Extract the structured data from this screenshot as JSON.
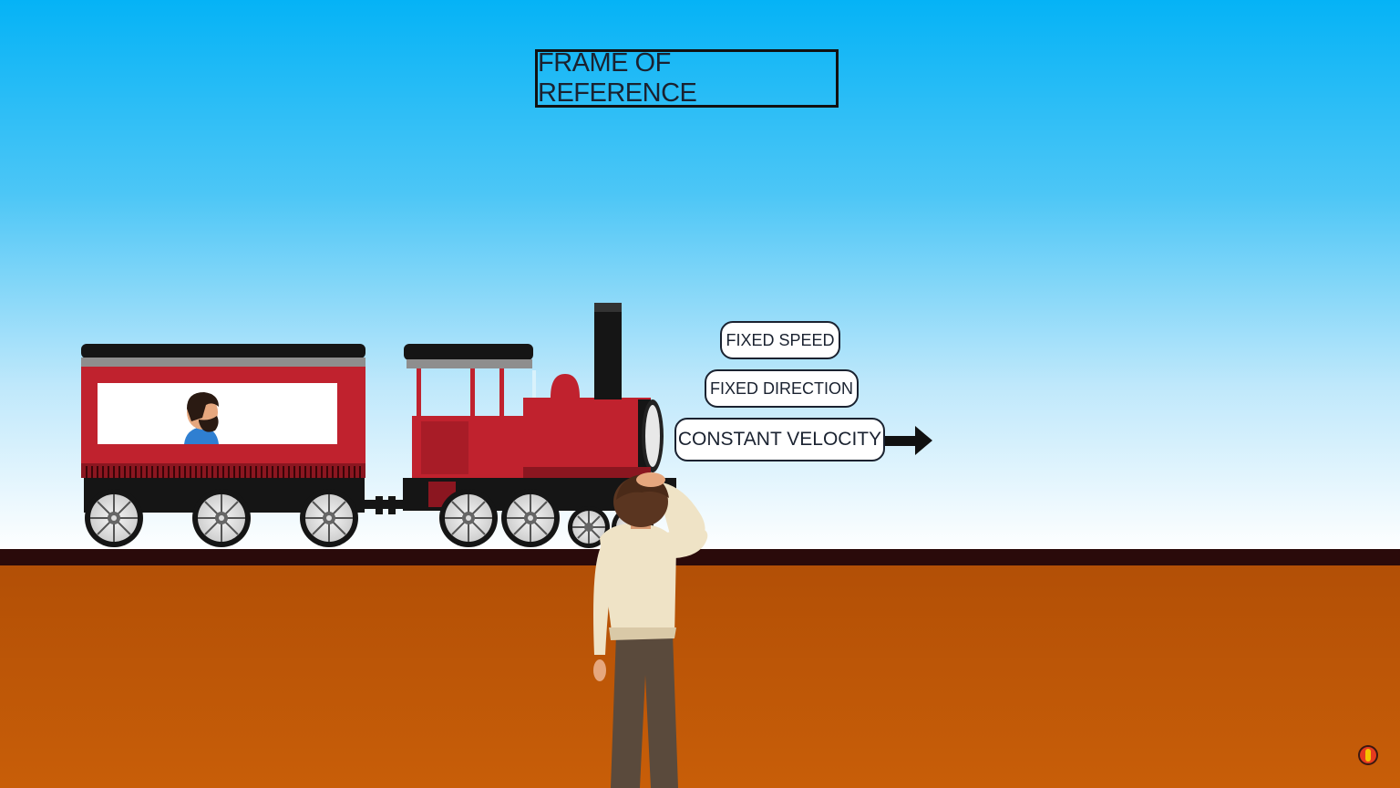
{
  "title": "FRAME OF REFERENCE",
  "labels": {
    "fixed_speed": "FIXED SPEED",
    "fixed_direction": "FIXED DIRECTION",
    "constant_velocity": "CONSTANT VELOCITY"
  },
  "colors": {
    "sky_top": "#0ab4f5",
    "sky_bottom": "#ffffff",
    "ground": "#c25a06",
    "rail": "#2a0a0a",
    "train_red": "#c0222e",
    "train_black": "#151515"
  }
}
